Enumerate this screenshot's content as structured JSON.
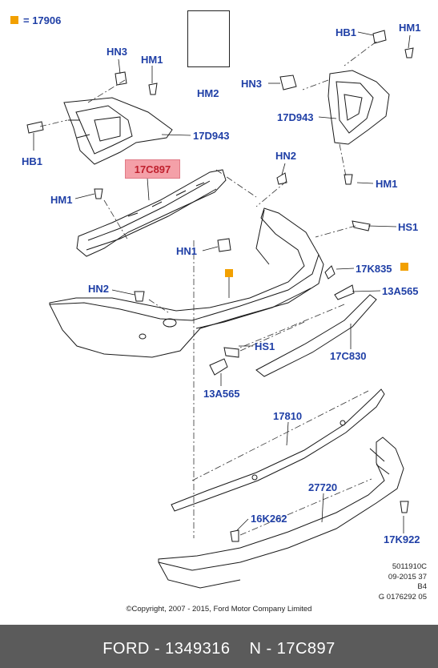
{
  "legend": {
    "marker_color": "#f2a000",
    "text": "= 17906"
  },
  "highlight": {
    "label": "17C897",
    "color": "#f4a0a8"
  },
  "labels": {
    "hn3_top": "HN3",
    "hm1_top": "HM1",
    "hm2": "HM2",
    "hb1_right": "HB1",
    "hm1_right_top": "HM1",
    "hn3_right": "HN3",
    "d17d943_right": "17D943",
    "d17d943_left": "17D943",
    "hb1_left": "HB1",
    "hn2_top": "HN2",
    "hm1_right_mid": "HM1",
    "hm1_left": "HM1",
    "hs1_right": "HS1",
    "hn1": "HN1",
    "k835": "17K835",
    "hn2_left": "HN2",
    "a565_right": "13A565",
    "hs1_mid": "HS1",
    "c830": "17C830",
    "a565_left": "13A565",
    "p17810": "17810",
    "p27720": "27720",
    "k262": "16K262",
    "k922": "17K922"
  },
  "meta": {
    "line1": "5011910C",
    "line2": "09-2015 37",
    "line3": "B4",
    "line4": "G 0176292 05"
  },
  "copyright": "©Copyright, 2007 - 2015, Ford Motor Company Limited",
  "footer": {
    "part_number": "FORD - 1349316",
    "code": "N - 17C897",
    "bg_color": "#5b5b5b"
  },
  "colors": {
    "label": "#1f3fa6",
    "line": "#1a1a1a"
  }
}
